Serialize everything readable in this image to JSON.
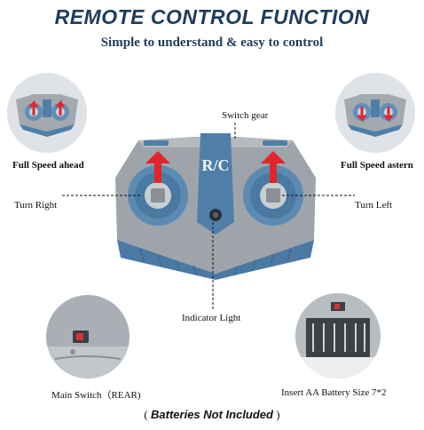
{
  "header": {
    "title": "REMOTE CONTROL FUNCTION",
    "subtitle": "Simple to understand & easy to control"
  },
  "labels": {
    "full_speed_ahead": "Full Speed ahead",
    "full_speed_astern": "Full Speed astern",
    "switch_gear": "Switch gear",
    "turn_right": "Turn Right",
    "turn_left": "Turn Left",
    "indicator_light": "Indicator Light",
    "main_switch": "Main Switch（REAR)",
    "battery": "Insert AA Battery Size 7*2"
  },
  "remote": {
    "logo": "R/C"
  },
  "footer": {
    "open": "(",
    "text": "Batteries Not Included",
    "close": ")"
  },
  "colors": {
    "title": "#1f3b5b",
    "remote_gray": "#9aa0a6",
    "remote_blue": "#4f7fa8",
    "arrow_red": "#e0262a"
  }
}
